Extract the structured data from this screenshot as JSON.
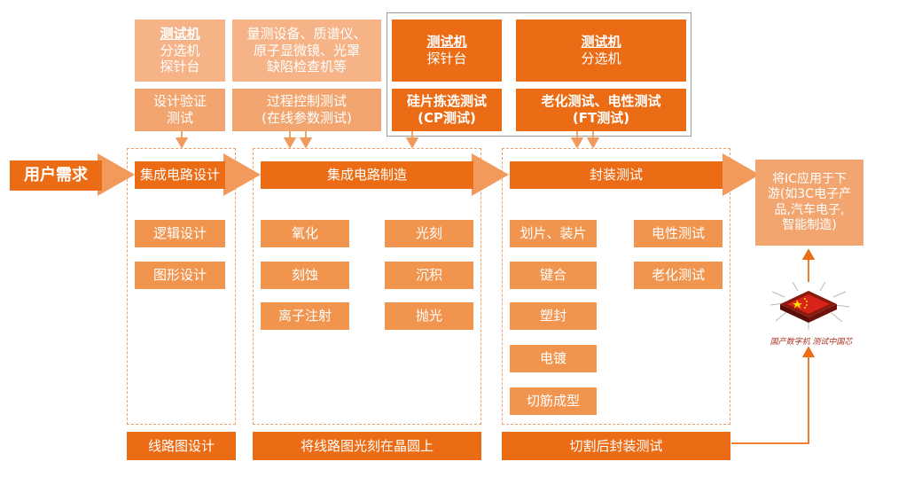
{
  "user_demand": "用户需求",
  "design": {
    "tester": {
      "title": "测试机",
      "line2": "分选机",
      "line3": "探针台"
    },
    "verify": {
      "line1": "设计验证",
      "line2": "测试"
    },
    "header": "集成电路设计",
    "items": [
      "逻辑设计",
      "图形设计"
    ],
    "footer": "线路图设计"
  },
  "manufacturing": {
    "equipment": {
      "line1": "量测设备、质谱仪、",
      "line2": "原子显微镜、光罩",
      "line3": "缺陷检查机等"
    },
    "process_test": {
      "line1": "过程控制测试",
      "line2": "(在线参数测试)"
    },
    "header": "集成电路制造",
    "left_items": [
      "氧化",
      "刻蚀",
      "离子注射"
    ],
    "right_items": [
      "光刻",
      "沉积",
      "抛光"
    ],
    "footer": "将线路图光刻在晶圆上"
  },
  "packaging": {
    "cp_tester": {
      "title": "测试机",
      "line2": "探针台"
    },
    "ft_tester": {
      "title": "测试机",
      "line2": "分选机"
    },
    "cp_test": {
      "line1": "硅片拣选测试",
      "line2": "(CP测试)"
    },
    "ft_test": {
      "line1": "老化测试、电性测试",
      "line2": "(FT测试)"
    },
    "header": "封装测试",
    "left_items": [
      "划片、装片",
      "键合",
      "塑封",
      "电镀",
      "切筋成型"
    ],
    "right_items": [
      "电性测试",
      "老化测试"
    ],
    "footer": "切割后封装测试"
  },
  "application": {
    "line1": "将IC应用于下",
    "line2": "游(如3C电子产",
    "line3": "品,汽车电子,",
    "line4": "智能制造)"
  },
  "watermark": "国产数字机 测试中国芯",
  "colors": {
    "dark": "#ec6c16",
    "mid": "#f0944e",
    "light": "#f5b387",
    "arrow": "#f29a5c"
  }
}
